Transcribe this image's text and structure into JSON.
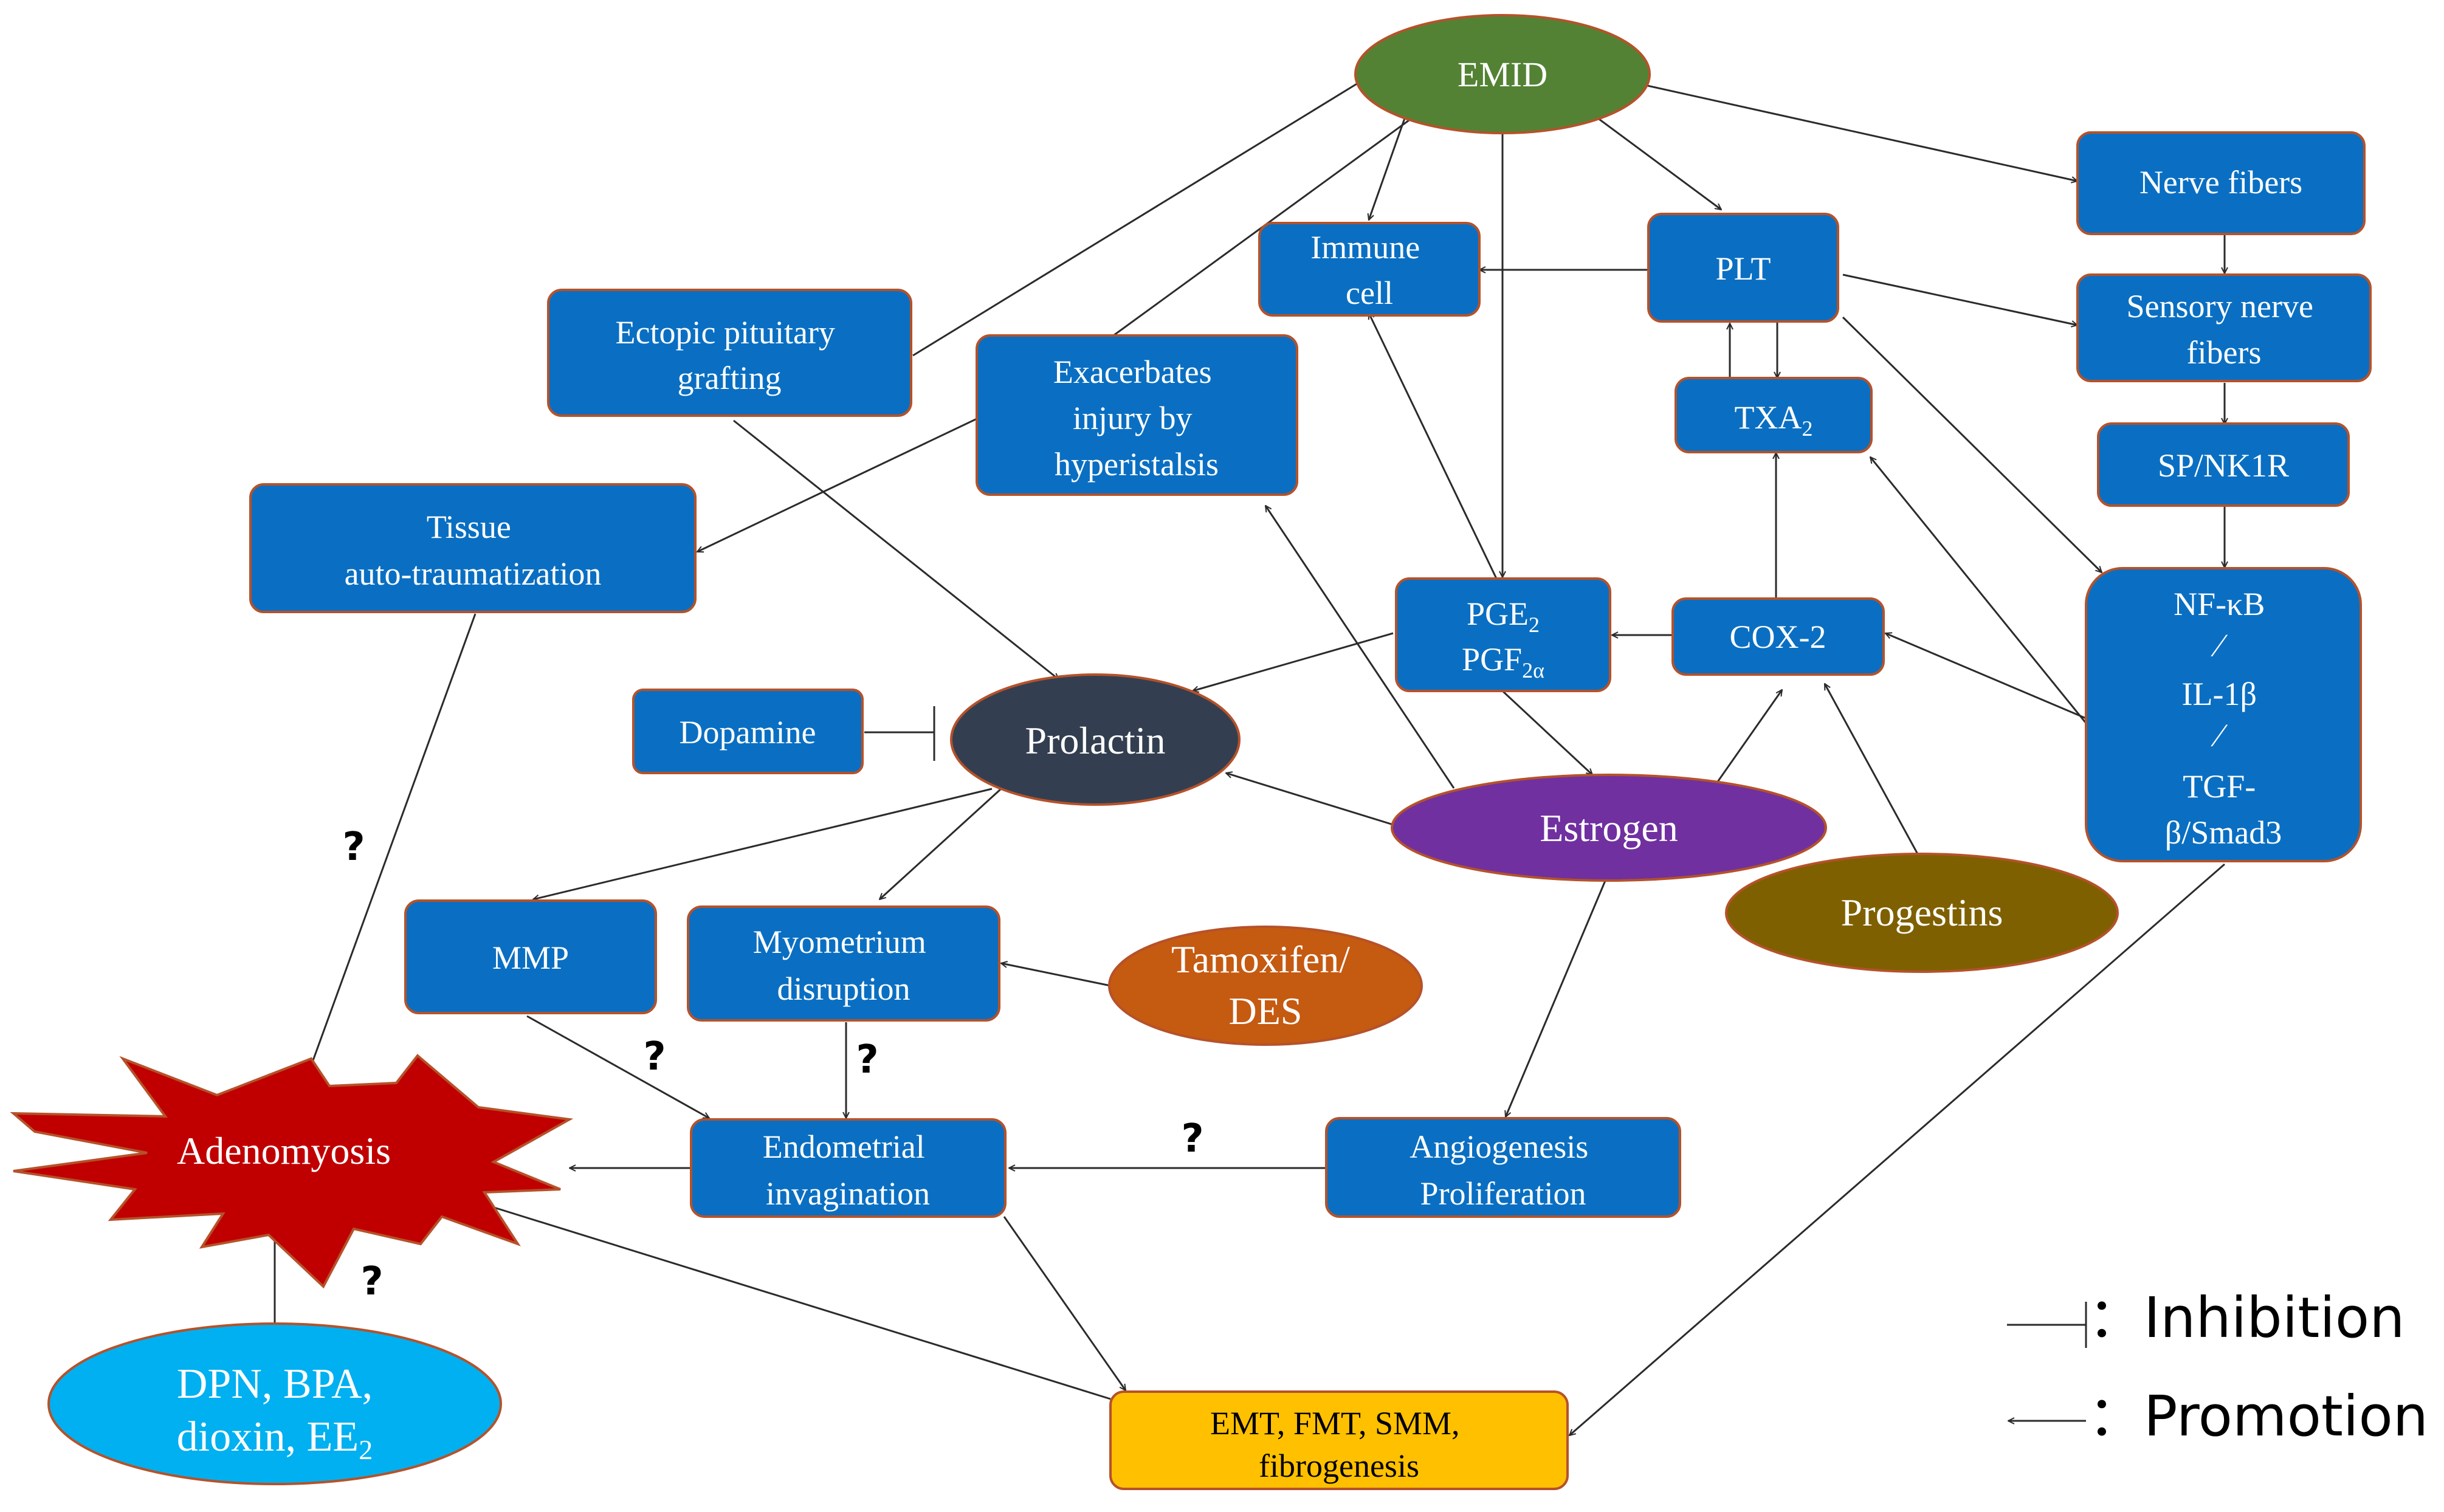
{
  "colors": {
    "box_fill": "#0a6fc2",
    "box_stroke": "#b5522a",
    "emid": "#538234",
    "prolactin": "#333f50",
    "estrogen": "#7030a0",
    "progestins": "#7f6000",
    "tamoxifen": "#c55a11",
    "dpn": "#00b0f0",
    "adenomyosis": "#c00000",
    "emt": "#ffc000",
    "edge": "#2b2b2b"
  },
  "nodes": {
    "emid": "EMID",
    "nerve_fibers": "Nerve fibers",
    "immune_cell": [
      "Immune",
      "cell"
    ],
    "plt": "PLT",
    "sensory": [
      "Sensory nerve",
      "fibers"
    ],
    "ectopic": [
      "Ectopic pituitary",
      "grafting"
    ],
    "exacerbates": [
      "Exacerbates",
      "injury by",
      "hyperistalsis"
    ],
    "txa2": {
      "main": "TXA",
      "sub": "2"
    },
    "sp_nk1r": "SP/NK1R",
    "tissue": [
      "Tissue",
      "auto-traumatization"
    ],
    "pge2": {
      "main": "PGE",
      "sub": "2"
    },
    "pgf2a": {
      "main": "PGF",
      "sub": "2α"
    },
    "cox2": "COX-2",
    "nfkb": [
      "NF-κB",
      "⁄",
      "IL-1β",
      "⁄",
      "TGF-",
      "β/Smad3"
    ],
    "dopamine": "Dopamine",
    "prolactin": "Prolactin",
    "estrogen": "Estrogen",
    "progestins": "Progestins",
    "mmp": "MMP",
    "myometrium": [
      "Myometrium",
      "disruption"
    ],
    "tamoxifen": [
      "Tamoxifen/",
      "DES"
    ],
    "adenomyosis": "Adenomyosis",
    "endometrial": [
      "Endometrial",
      "invagination"
    ],
    "angiogenesis": [
      "Angiogenesis",
      "Proliferation"
    ],
    "dpn": {
      "line1": "DPN, BPA,",
      "line2_main": "dioxin, EE",
      "line2_sub": "2"
    },
    "emt": [
      "EMT, FMT, SMM,",
      "fibrogenesis"
    ]
  },
  "question_mark": "?",
  "legend": {
    "inhibition": "：Inhibition",
    "promotion": "：Promotion"
  }
}
